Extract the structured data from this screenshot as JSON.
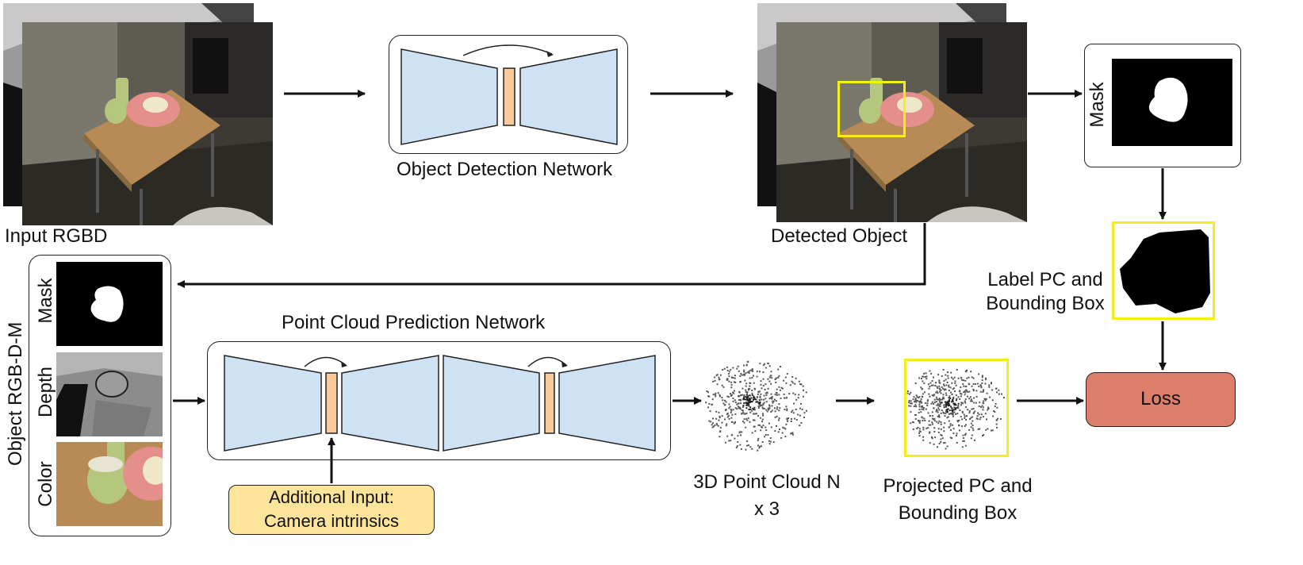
{
  "labels": {
    "input_rgbd": "Input RGBD",
    "object_detection_network": "Object Detection Network",
    "detected_object": "Detected Object",
    "mask_top": "Mask",
    "label_pc": "Label PC and Bounding Box",
    "object_rgbdm": "Object RGB-D-M",
    "mask_side": "Mask",
    "depth_side": "Depth",
    "color_side": "Color",
    "point_cloud_network": "Point Cloud Prediction Network",
    "additional_input": "Additional Input: Camera intrinsics",
    "point_cloud_3d": "3D Point Cloud N x 3",
    "projected_pc": "Projected PC and Bounding Box",
    "loss": "Loss"
  },
  "colors": {
    "encoder_fill": "#cfe2f3",
    "bottleneck_fill": "#f9cb9c",
    "additional_input_fill": "#fde49b",
    "loss_fill": "#dd7e6b",
    "highlight_box": "#f4ee1c"
  }
}
